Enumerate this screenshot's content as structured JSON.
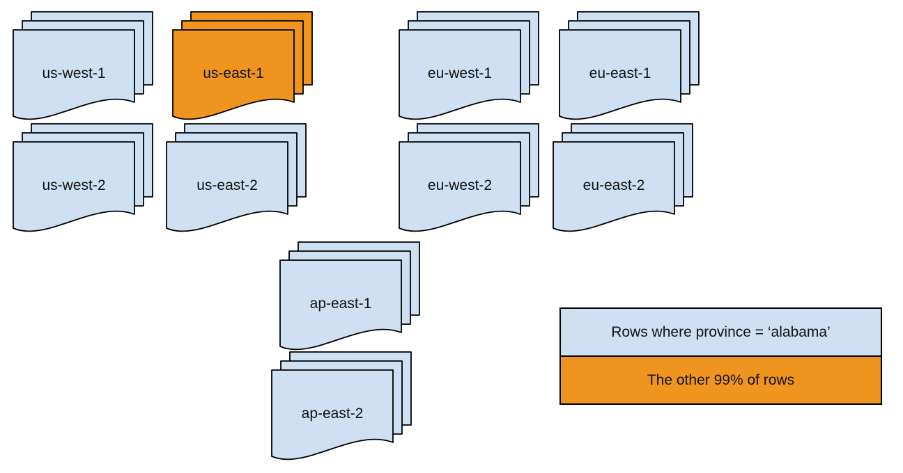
{
  "colors": {
    "canvas_bg": "#ffffff",
    "region_fill": "#cfe0f2",
    "highlight_fill": "#ef951f",
    "stroke": "#000000",
    "text": "#111111"
  },
  "stacks": [
    {
      "label": "us-west-1",
      "highlighted": false
    },
    {
      "label": "us-east-1",
      "highlighted": true
    },
    {
      "label": "eu-west-1",
      "highlighted": false
    },
    {
      "label": "eu-east-1",
      "highlighted": false
    },
    {
      "label": "us-west-2",
      "highlighted": false
    },
    {
      "label": "us-east-2",
      "highlighted": false
    },
    {
      "label": "eu-west-2",
      "highlighted": false
    },
    {
      "label": "eu-east-2",
      "highlighted": false
    },
    {
      "label": "ap-east-1",
      "highlighted": false
    },
    {
      "label": "ap-east-2",
      "highlighted": false
    }
  ],
  "legend": {
    "items": [
      {
        "label": "Rows where province = ‘alabama’",
        "fill": "#cfe0f2"
      },
      {
        "label": "The other 99% of rows",
        "fill": "#ef951f"
      }
    ]
  }
}
